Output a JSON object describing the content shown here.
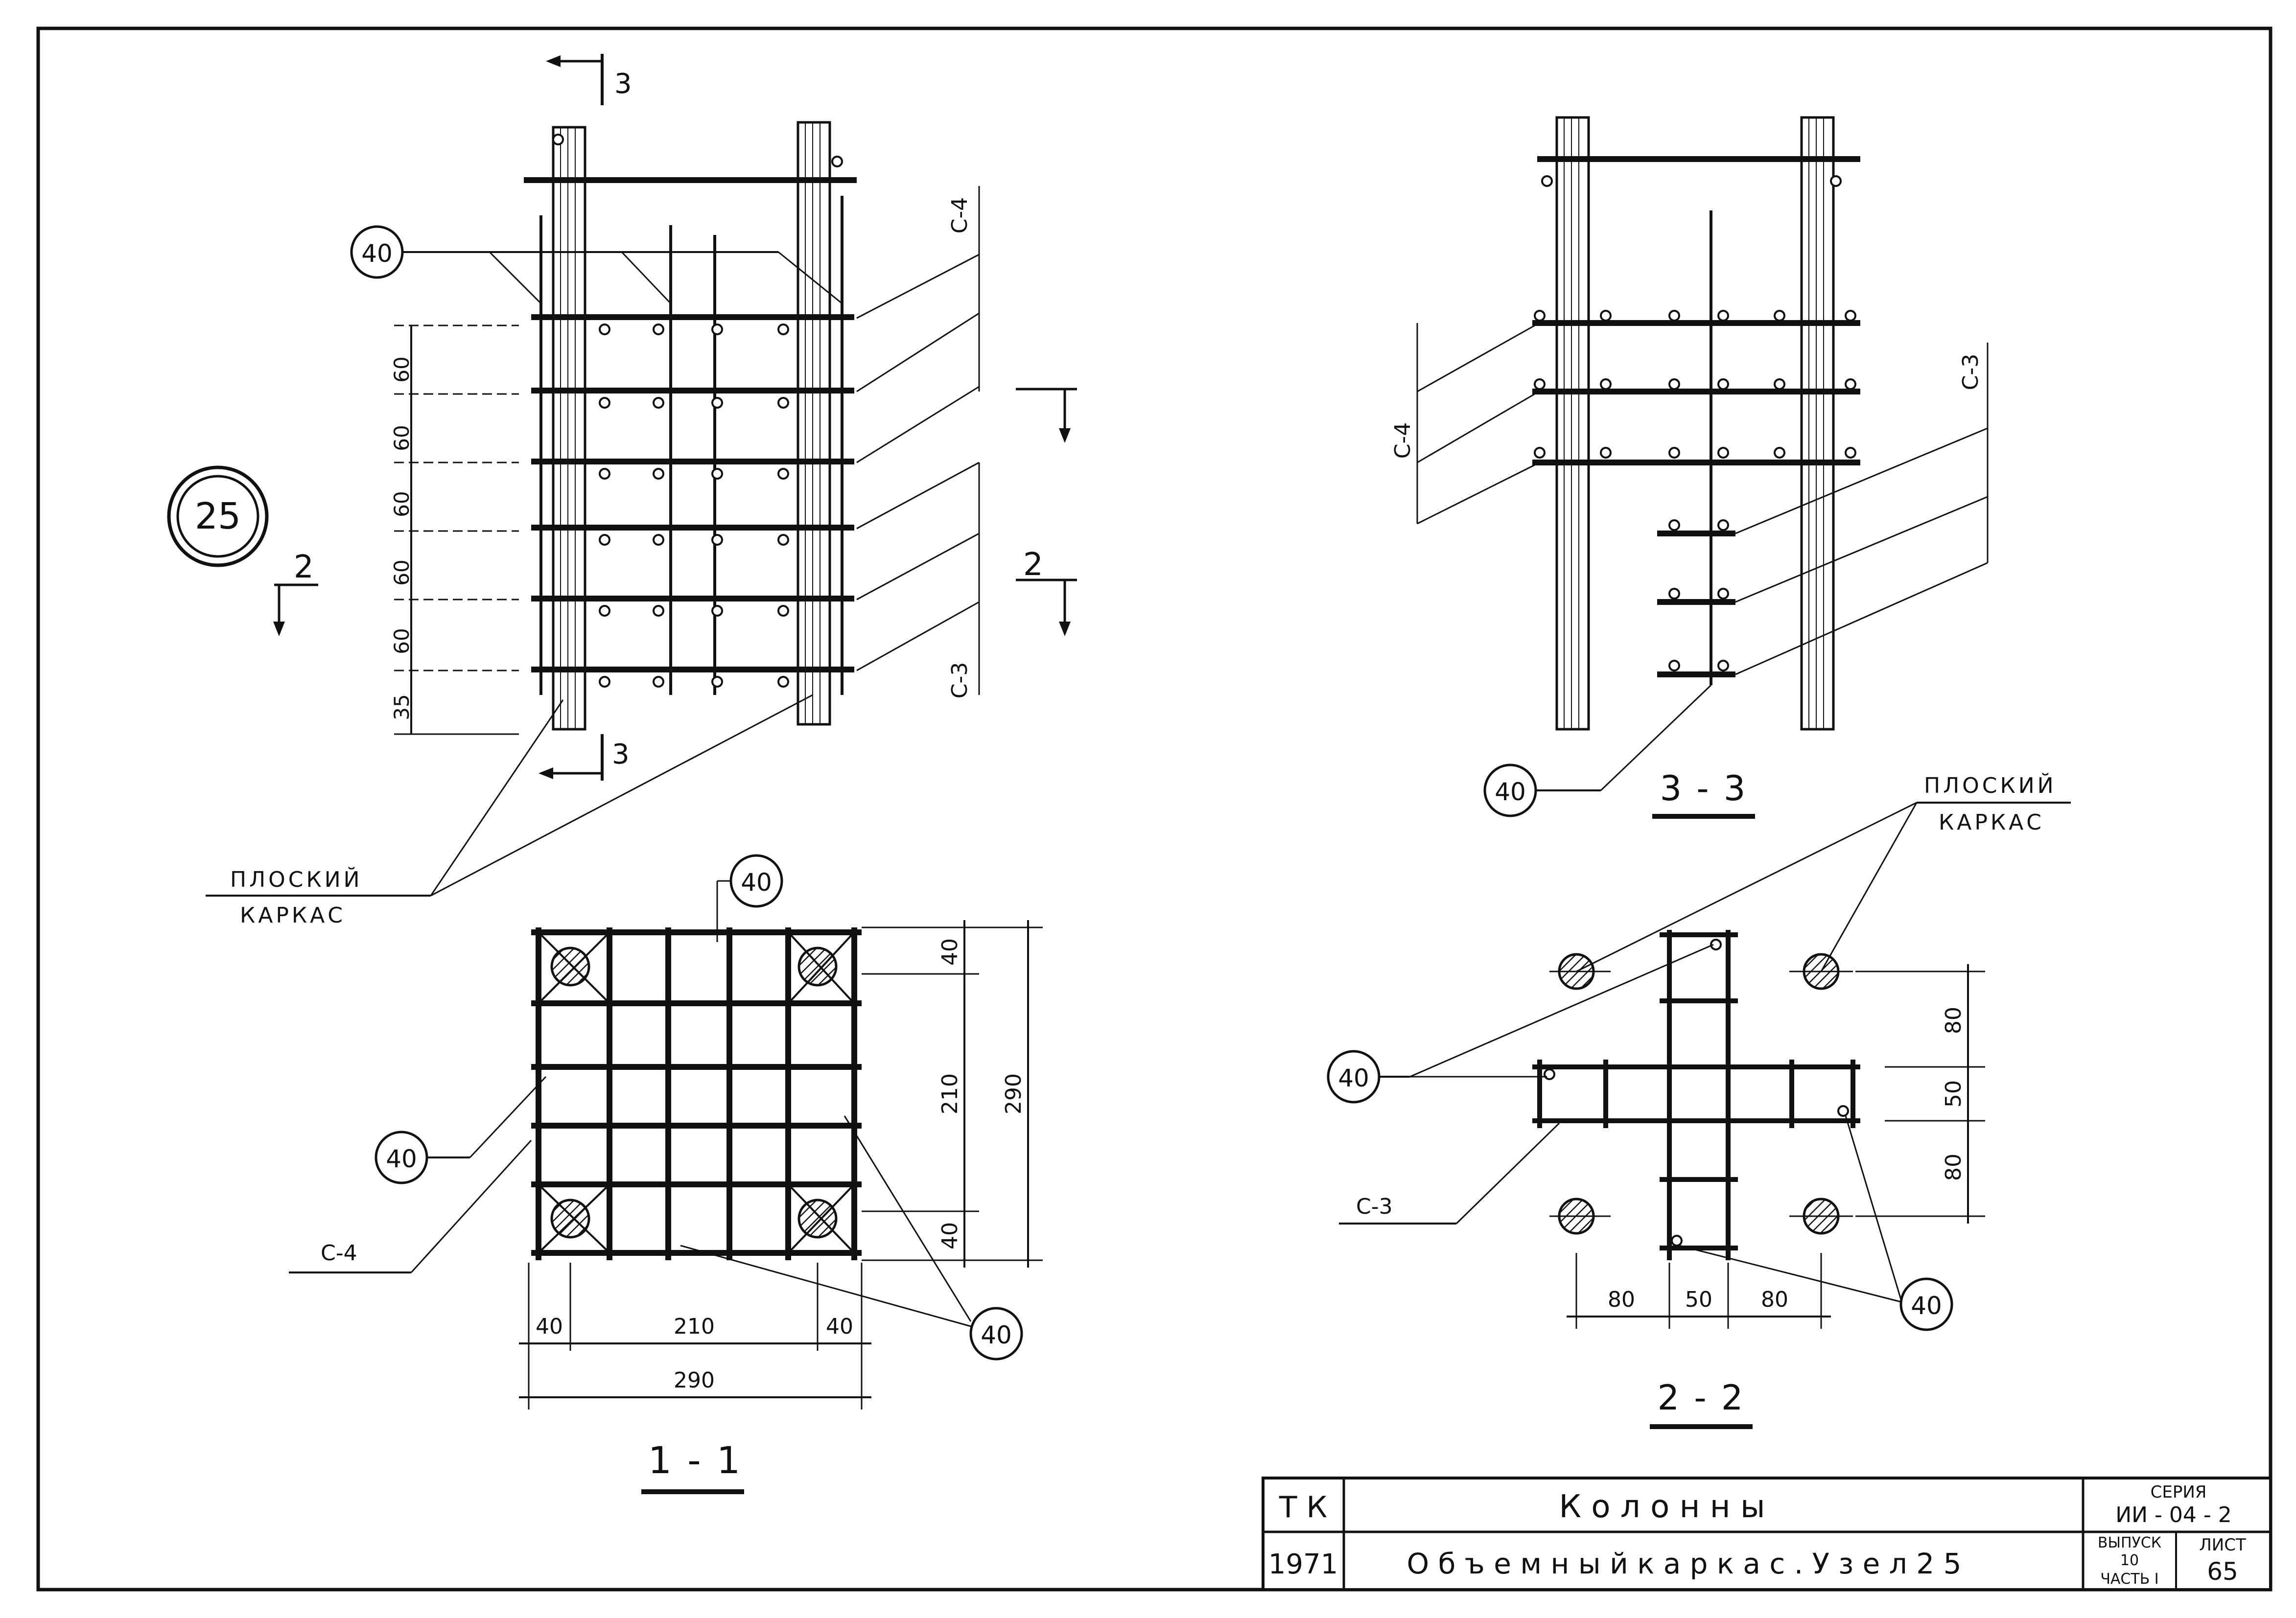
{
  "node_number": "25",
  "views": {
    "elevation": {
      "section_marks": {
        "top": "3",
        "bottom": "3",
        "left": "2",
        "right": "2"
      },
      "dims": [
        "60",
        "60",
        "60",
        "60",
        "60",
        "35"
      ],
      "frame_labels": {
        "top": "С-4",
        "bottom": "С-3"
      },
      "callout": "40",
      "flat_frame_label": [
        "ПЛОСКИЙ",
        "КАРКАС"
      ]
    },
    "section_3_3": {
      "title": "3 - 3",
      "frame_labels": {
        "left": "С-4",
        "right": "С-3"
      },
      "callout": "40"
    },
    "section_1_1": {
      "title": "1 - 1",
      "dims_right": [
        "40",
        "210",
        "40",
        "290"
      ],
      "dims_bottom": [
        "40",
        "210",
        "40",
        "290"
      ],
      "frame_label": "С-4",
      "callouts": [
        "40",
        "40",
        "40"
      ]
    },
    "section_2_2": {
      "title": "2 - 2",
      "dims_right": [
        "80",
        "50",
        "80"
      ],
      "dims_bottom": [
        "80",
        "50",
        "80"
      ],
      "frame_label": "С-3",
      "callouts": [
        "40",
        "40"
      ],
      "flat_frame_label": [
        "ПЛОСКИЙ",
        "КАРКАС"
      ]
    }
  },
  "title_block": {
    "tk": "Т К",
    "year": "1971",
    "title": "К о л о н н ы",
    "subtitle": "О б ъ е м н ы й   к а р к а с .  У з е л   2 5",
    "series_label": "СЕРИЯ",
    "series_value": "ИИ - 04 - 2",
    "issue_label": "ВЫПУСК",
    "issue_value": "10",
    "part_label": "ЧАСТЬ I",
    "sheet_label": "ЛИСТ",
    "sheet_value": "65"
  }
}
